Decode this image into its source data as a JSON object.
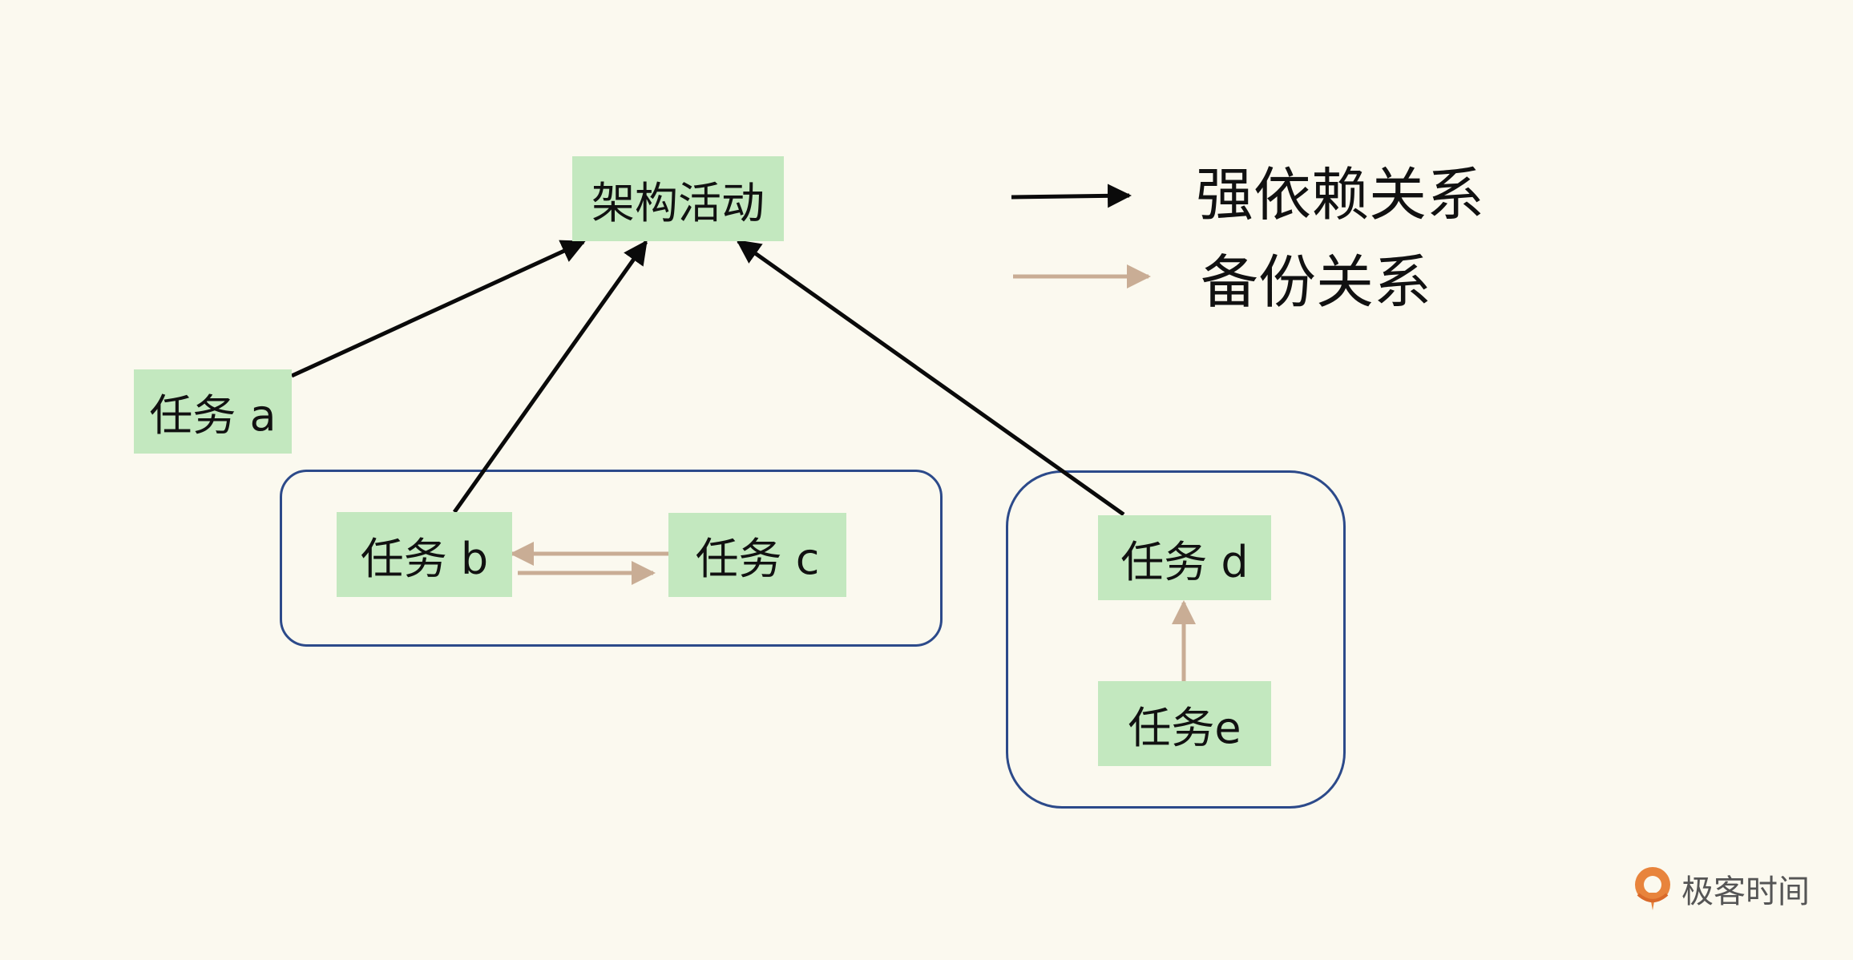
{
  "diagram": {
    "nodes": {
      "arch": "架构活动",
      "task_a": "任务 a",
      "task_b": "任务 b",
      "task_c": "任务 c",
      "task_d": "任务 d",
      "task_e": "任务e"
    },
    "legend": {
      "strong": "强依赖关系",
      "backup": "备份关系"
    },
    "colors": {
      "strong_edge": "#0a0a0a",
      "backup_edge": "#c9ad95",
      "node_fill": "#c3e8bf",
      "group_border": "#2c4a8a",
      "background": "#fbf9ef"
    }
  },
  "logo": {
    "text": "极客时间",
    "icon": "geektime-logo-icon"
  }
}
